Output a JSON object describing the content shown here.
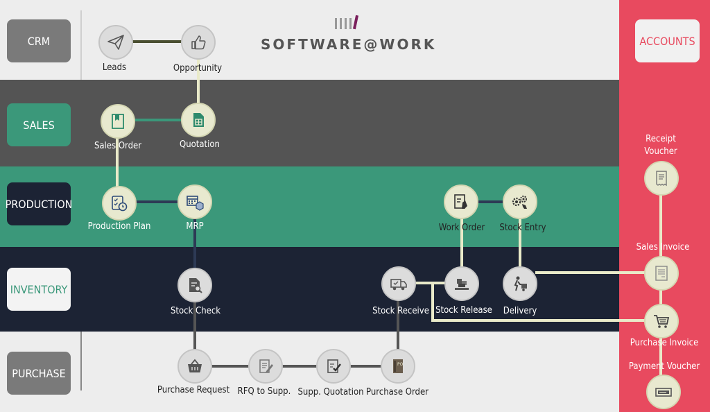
{
  "brand": {
    "name": "SOFTWARE@WORK"
  },
  "modules": {
    "crm": "CRM",
    "sales": "SALES",
    "production": "PRODUCTION",
    "inventory": "INVENTORY",
    "purchase": "PURCHASE",
    "accounts": "ACCOUNTS"
  },
  "nodes": {
    "leads": "Leads",
    "opportunity": "Opportunity",
    "sales_order": "Sales Order",
    "quotation": "Quotation",
    "production_plan": "Production Plan",
    "mrp": "MRP",
    "work_order": "Work Order",
    "stock_entry": "Stock Entry",
    "stock_check": "Stock Check",
    "stock_receive": "Stock Receive",
    "stock_release": "Stock Release",
    "delivery": "Delivery",
    "purchase_request": "Purchase Request",
    "rfq_to_supp": "RFQ to Supp.",
    "supp_quotation": "Supp. Quotation",
    "purchase_order": "Purchase Order",
    "receipt_voucher": "Receipt Voucher",
    "sales_invoice": "Sales Invoice",
    "purchase_invoice": "Purchase Invoice",
    "payment_voucher": "Payment Voucher"
  },
  "icons": {
    "leads": "paper-plane-icon",
    "opportunity": "thumbs-up-icon",
    "sales_order": "bookmark-doc-icon",
    "quotation": "spreadsheet-icon",
    "production_plan": "checklist-clock-icon",
    "mrp": "calendar-box-icon",
    "work_order": "clipboard-hand-icon",
    "stock_entry": "gears-icon",
    "stock_check": "doc-search-icon",
    "stock_receive": "truck-icon",
    "stock_release": "pallet-icon",
    "delivery": "hand-truck-icon",
    "purchase_request": "basket-icon",
    "rfq_to_supp": "doc-pencil-icon",
    "supp_quotation": "doc-check-icon",
    "purchase_order": "po-binder-icon",
    "receipt_voucher": "receipt-icon",
    "sales_invoice": "invoice-icon",
    "purchase_invoice": "cart-icon",
    "payment_voucher": "check-voucher-icon"
  },
  "colors": {
    "crm_band": "#ededed",
    "sales_band": "#545454",
    "production_band": "#3b987a",
    "inventory_band": "#1c2334",
    "purchase_band": "#ededed",
    "accounts_band": "#e84a5f",
    "node_fill": "#e8e9cf",
    "connector": "#e9eac9"
  }
}
